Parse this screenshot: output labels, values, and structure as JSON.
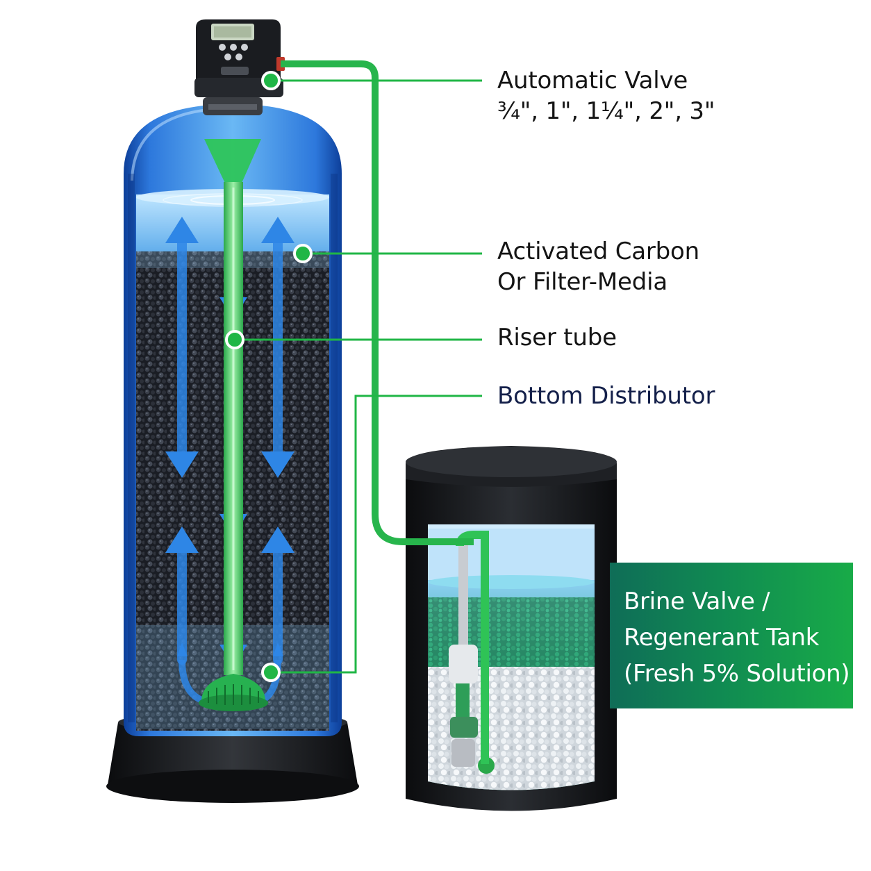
{
  "labels": {
    "automatic_valve": {
      "line1": "Automatic Valve",
      "line2": "¾\", 1\", 1¼\", 2\", 3\""
    },
    "activated_carbon": {
      "line1": "Activated Carbon",
      "line2": "Or Filter-Media"
    },
    "riser_tube": "Riser tube",
    "bottom_distributor": "Bottom Distributor",
    "brine_tank": {
      "line1": "Brine Valve /",
      "line2": "Regenerant Tank",
      "line3": "(Fresh 5% Solution)"
    }
  },
  "colors": {
    "leader_green": "#20b646",
    "tank_blue": "#1f6fd6",
    "water_blue": "#5bb8f2",
    "arrow_blue": "#2e86e6",
    "media_black": "#1c1f26",
    "base_black": "#15171a",
    "panel_green": "#18ab48",
    "panel_teal": "#0f6d57"
  },
  "icons": {
    "control_head": "control-valve-head-icon",
    "flow_arrows": "flow-arrow-icon"
  }
}
